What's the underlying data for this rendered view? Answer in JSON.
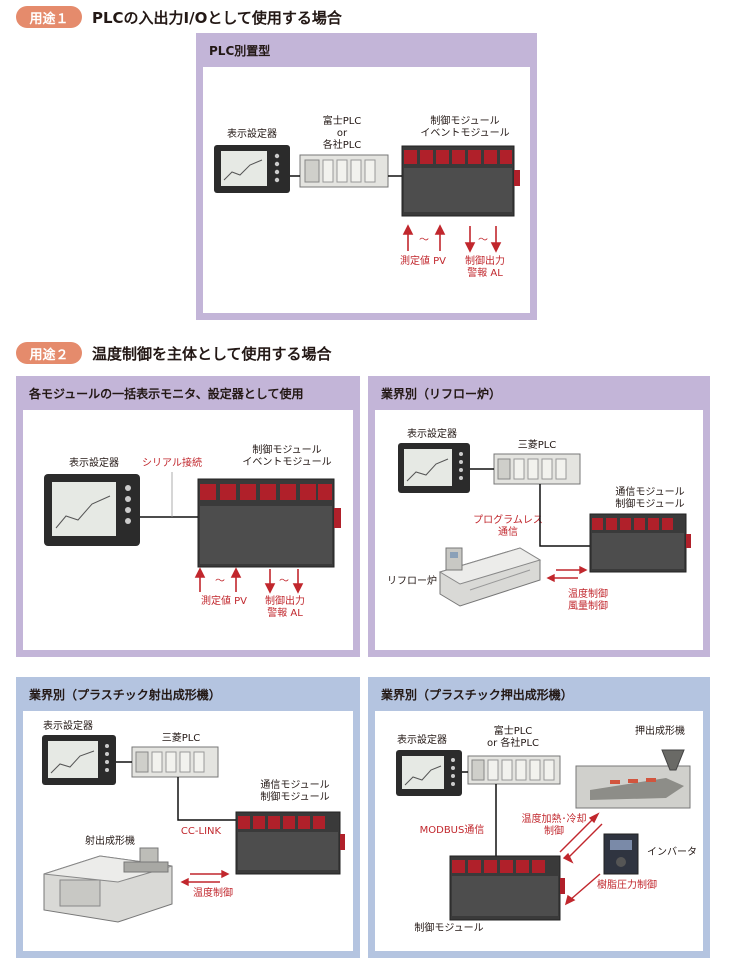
{
  "sections": {
    "s1": {
      "badge": "用途１",
      "title": "PLCの入出力I/Oとして使用する場合"
    },
    "s2": {
      "badge": "用途２",
      "title": "温度制御を主体として使用する場合"
    }
  },
  "panel_a": {
    "title": "PLC別置型",
    "display_label": "表示設定器",
    "plc_label": "富士PLC\nor\n各社PLC",
    "module_label": "制御モジュール\nイベントモジュール",
    "pv_label": "測定値 PV",
    "out_label": "制御出力\n警報 AL",
    "tilde": "～"
  },
  "panel_b": {
    "title": "各モジュールの一括表示モニタ、設定器として使用",
    "display_label": "表示設定器",
    "serial_label": "シリアル接続",
    "module_label": "制御モジュール\nイベントモジュール",
    "pv_label": "測定値 PV",
    "out_label": "制御出力\n警報 AL",
    "tilde": "～"
  },
  "panel_c": {
    "title": "業界別（リフロー炉）",
    "display_label": "表示設定器",
    "plc_label": "三菱PLC",
    "module_label": "通信モジュール\n制御モジュール",
    "prog_label": "プログラムレス\n通信",
    "oven_label": "リフロー炉",
    "ctrl_label": "温度制御\n風量制御"
  },
  "panel_d": {
    "title": "業界別（プラスチック射出成形機）",
    "display_label": "表示設定器",
    "plc_label": "三菱PLC",
    "module_label": "通信モジュール\n制御モジュール",
    "link_label": "CC-LINK",
    "machine_label": "射出成形機",
    "ctrl_label": "温度制御"
  },
  "panel_e": {
    "title": "業界別（プラスチック押出成形機）",
    "display_label": "表示設定器",
    "plc_label": "富士PLC\nor 各社PLC",
    "extruder_label": "押出成形機",
    "modbus_label": "MODBUS通信",
    "heat_label": "温度加熱･冷却\n制御",
    "inverter_label": "インバータ",
    "resin_label": "樹脂圧力制御",
    "module_label": "制御モジュール"
  }
}
